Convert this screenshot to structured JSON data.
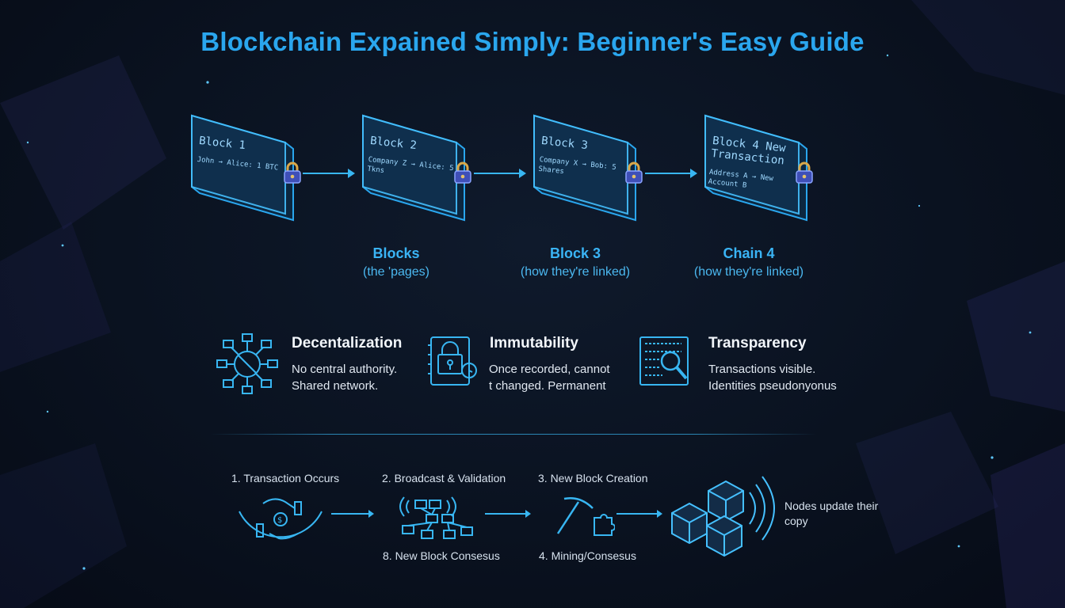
{
  "title": "Blockchain Expained Simply: Beginner's Easy Guide",
  "blocks": [
    {
      "name": "Block 1",
      "tx": "John → Alice: 1 BTC"
    },
    {
      "name": "Block 2",
      "tx": "Company Z → Alice: 5 Tkns"
    },
    {
      "name": "Block 3",
      "tx": "Company X → Bob: 5 Shares"
    },
    {
      "name": "Block 4 New Transaction",
      "tx": "Address A → New Account B"
    }
  ],
  "captions": [
    {
      "title": "Blocks",
      "subtitle": "(the 'pages)"
    },
    {
      "title": "Block 3",
      "subtitle": "(how they're linked)"
    },
    {
      "title": "Chain 4",
      "subtitle": "(how they're linked)"
    }
  ],
  "features": [
    {
      "icon": "network-icon",
      "title": "Decentalization",
      "desc": [
        "No central authority.",
        "Shared network."
      ]
    },
    {
      "icon": "locked-ledger-icon",
      "title": "Immutability",
      "desc": [
        "Once recorded, cannot",
        "t changed. Permanent"
      ]
    },
    {
      "icon": "magnifier-ledger-icon",
      "title": "Transparency",
      "desc": [
        "Transactions visible.",
        "Identities pseudonyonus"
      ]
    }
  ],
  "process": {
    "steps_top": [
      "1. Transaction Occurs",
      "2. Broadcast & Validation",
      "3. New Block Creation"
    ],
    "steps_bottom": [
      "8. New Block Consesus",
      "4. Mining/Consesus"
    ],
    "final_note": "Nodes update their copy"
  },
  "colors": {
    "accent": "#2aa6ee",
    "background": "#0a1220"
  }
}
